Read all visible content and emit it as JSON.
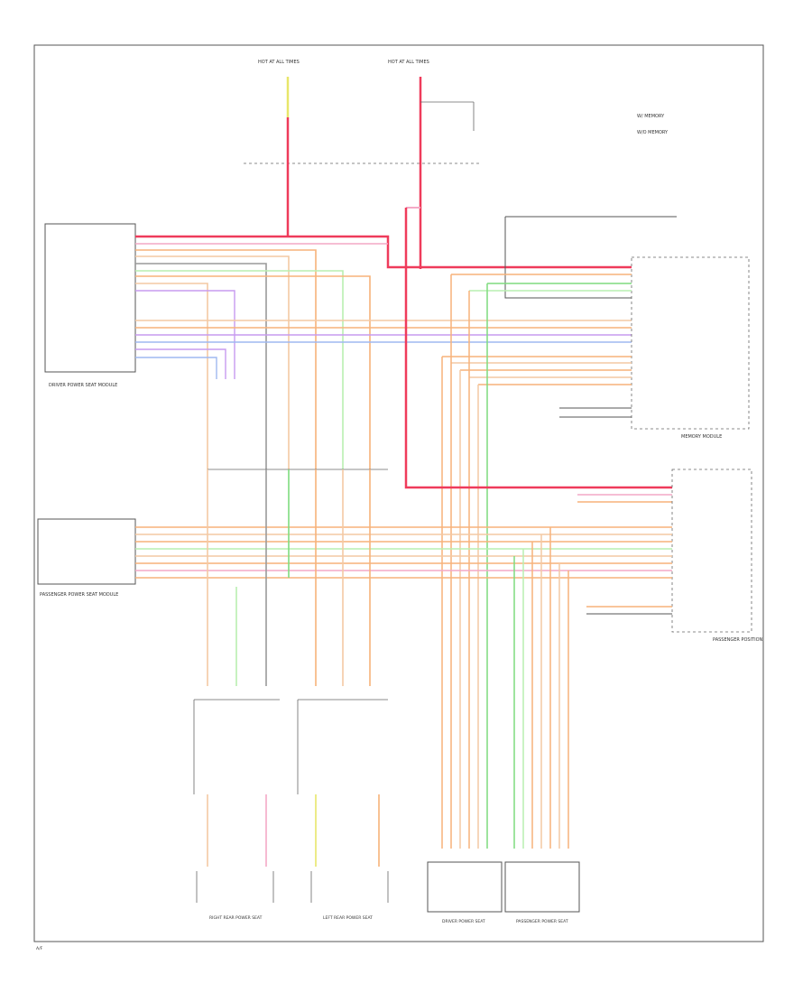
{
  "colors": {
    "red": "#ef3b5b",
    "pink": "#f4a9c6",
    "orange": "#f7b27a",
    "peach": "#f4c9a3",
    "green": "#7fdc7f",
    "lightgreen": "#b9efb0",
    "violet": "#c79bef",
    "blue": "#9fb8f0",
    "gray": "#9a9a9a",
    "dark": "#555555",
    "yellow": "#e8e66a"
  },
  "labels": {
    "driver_module": "DRIVER POWER SEAT MODULE",
    "passenger_module": "PASSENGER POWER SEAT MODULE",
    "memory_module": "MEMORY MODULE",
    "passenger_position": "PASSENGER POSITION",
    "driver_motor": "DRIVER POWER SEAT",
    "passenger_motor": "PASSENGER POWER SEAT",
    "right_rear": "RIGHT REAR POWER SEAT",
    "left_rear": "LEFT REAR POWER SEAT",
    "fuse_left": "HOT AT ALL TIMES",
    "fuse_right": "HOT AT ALL TIMES",
    "legend_1": "W/ MEMORY",
    "legend_2": "W/O MEMORY",
    "footer": "A/F"
  }
}
